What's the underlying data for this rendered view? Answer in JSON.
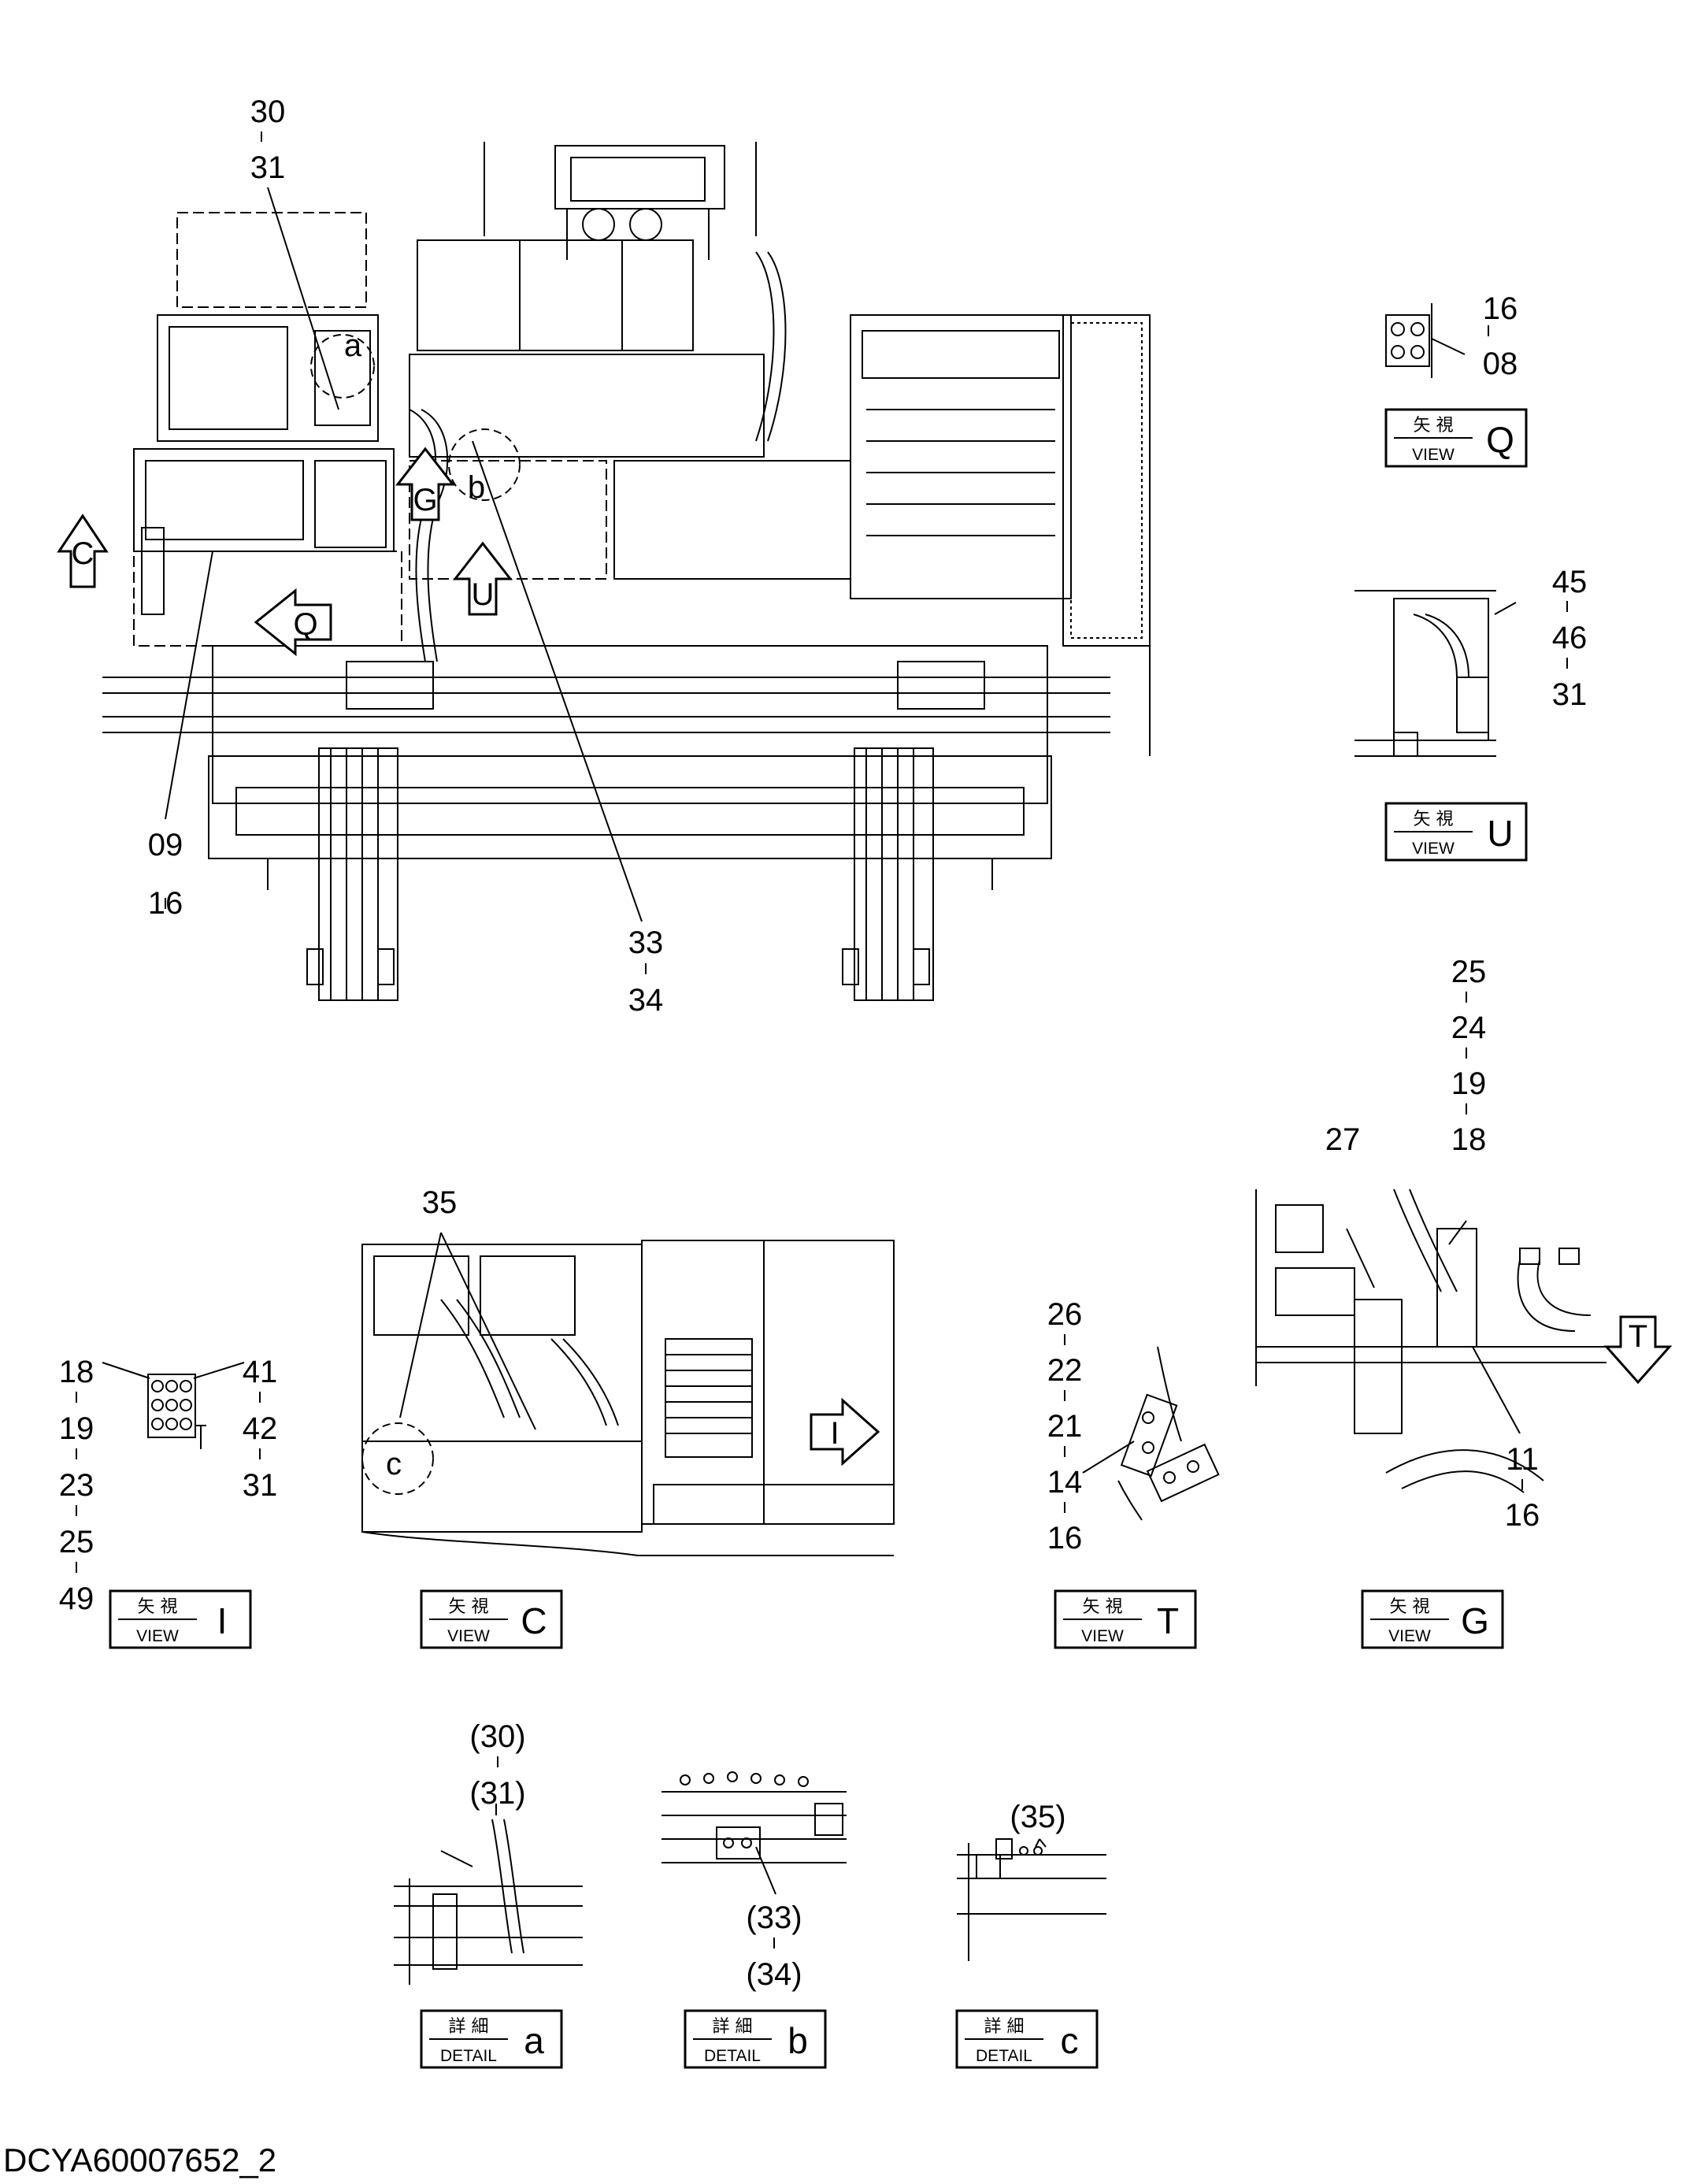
{
  "footer": {
    "drawing_no": "DCYA60007652_2"
  },
  "main_view": {
    "arrows": [
      {
        "label": "C"
      },
      {
        "label": "Q"
      },
      {
        "label": "U"
      },
      {
        "label": "G"
      }
    ],
    "detail_marks": [
      {
        "label": "a"
      },
      {
        "label": "b"
      }
    ],
    "callouts": [
      {
        "lines": [
          "30",
          "31"
        ]
      },
      {
        "lines": [
          "09",
          "16"
        ]
      },
      {
        "lines": [
          "33",
          "34"
        ]
      }
    ]
  },
  "view_q": {
    "caption": {
      "kanji": "矢 視",
      "sub": "VIEW",
      "letter": "Q"
    },
    "callouts": [
      {
        "lines": [
          "16",
          "08"
        ]
      }
    ]
  },
  "view_u": {
    "caption": {
      "kanji": "矢 視",
      "sub": "VIEW",
      "letter": "U"
    },
    "callouts": [
      {
        "lines": [
          "45",
          "46",
          "31"
        ]
      }
    ]
  },
  "view_i": {
    "caption": {
      "kanji": "矢 視",
      "sub": "VIEW",
      "letter": "I"
    },
    "callouts": [
      {
        "lines": [
          "18",
          "19",
          "23",
          "25",
          "49"
        ]
      },
      {
        "lines": [
          "41",
          "42",
          "31"
        ]
      }
    ]
  },
  "view_c": {
    "caption": {
      "kanji": "矢 視",
      "sub": "VIEW",
      "letter": "C"
    },
    "arrow": {
      "label": "I"
    },
    "detail_mark": {
      "label": "c"
    },
    "callouts": [
      {
        "lines": [
          "35"
        ]
      }
    ]
  },
  "view_t": {
    "caption": {
      "kanji": "矢 視",
      "sub": "VIEW",
      "letter": "T"
    },
    "callouts": [
      {
        "lines": [
          "26",
          "22",
          "21",
          "14",
          "16"
        ]
      }
    ]
  },
  "view_g": {
    "caption": {
      "kanji": "矢 視",
      "sub": "VIEW",
      "letter": "G"
    },
    "arrow": {
      "label": "T"
    },
    "callouts": [
      {
        "lines": [
          "25",
          "24",
          "19",
          "18"
        ]
      },
      {
        "lines": [
          "27"
        ]
      },
      {
        "lines": [
          "11",
          "16"
        ]
      }
    ]
  },
  "detail_a": {
    "caption": {
      "kanji": "詳 細",
      "sub": "DETAIL",
      "letter": "a"
    },
    "callouts": [
      {
        "lines": [
          "(30)",
          "(31)"
        ]
      }
    ]
  },
  "detail_b": {
    "caption": {
      "kanji": "詳 細",
      "sub": "DETAIL",
      "letter": "b"
    },
    "callouts": [
      {
        "lines": [
          "(33)",
          "(34)"
        ]
      }
    ]
  },
  "detail_c": {
    "caption": {
      "kanji": "詳 細",
      "sub": "DETAIL",
      "letter": "c"
    },
    "callouts": [
      {
        "lines": [
          "(35)"
        ]
      }
    ]
  }
}
